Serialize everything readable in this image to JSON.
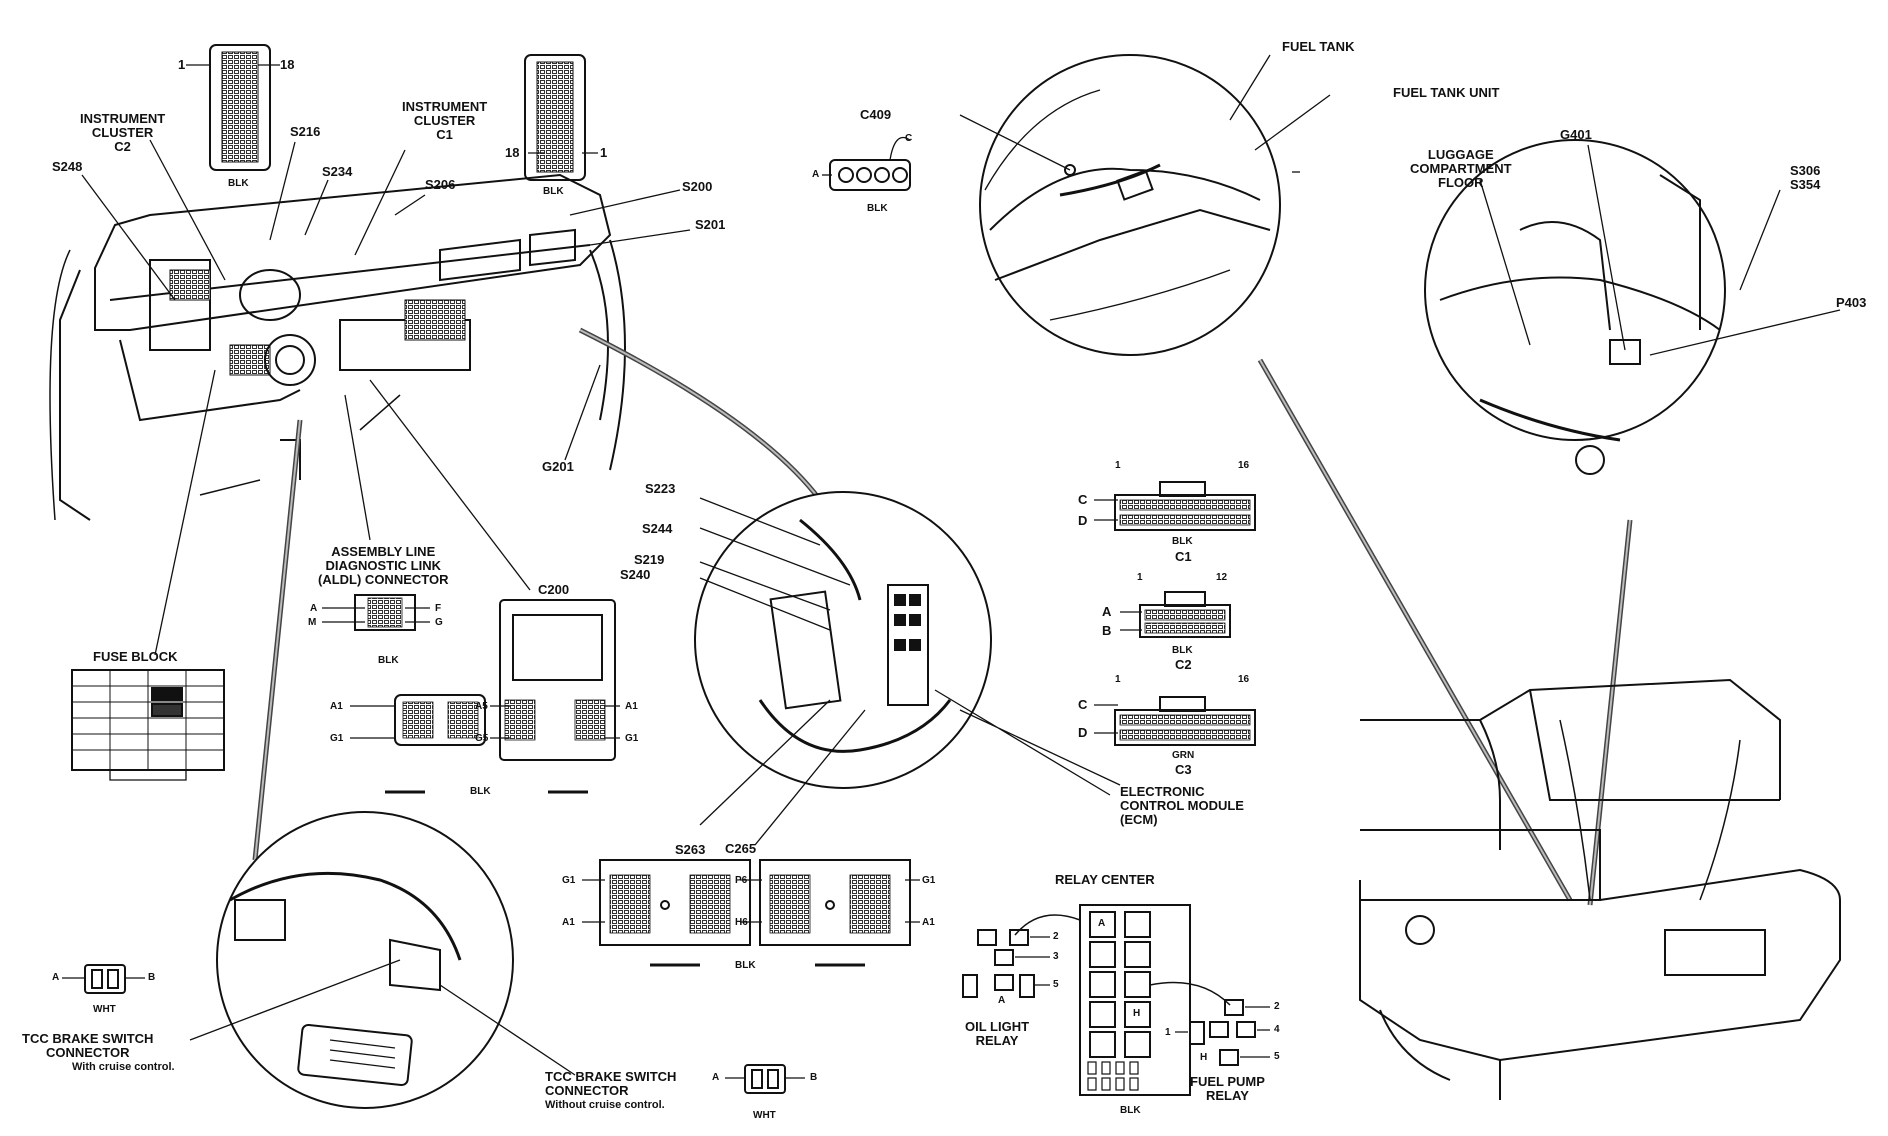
{
  "labels": {
    "instrument_cluster_c2": "INSTRUMENT\nCLUSTER\nC2",
    "instrument_cluster_c1": "INSTRUMENT\nCLUSTER\nC1",
    "s216": "S216",
    "s234": "S234",
    "s206": "S206",
    "s248": "S248",
    "s200": "S200",
    "s201": "S201",
    "g201": "G201",
    "pin_1_top": "1",
    "pin_18_top": "18",
    "pin_18_b": "18",
    "pin_1_b": "1",
    "blk_1": "BLK",
    "blk_2": "BLK",
    "c409": "C409",
    "blk_c409": "BLK",
    "c409_a": "A",
    "c409_c": "C",
    "fuel_tank": "FUEL TANK",
    "fuel_tank_unit": "FUEL TANK UNIT",
    "luggage_floor": "LUGGAGE\nCOMPARTMENT\nFLOOR",
    "g401": "G401",
    "s306_s354": "S306\nS354",
    "p403": "P403",
    "s223": "S223",
    "s244": "S244",
    "s219": "S219",
    "s240": "S240",
    "s263": "S263",
    "c1": "C1",
    "c2": "C2",
    "c3": "C3",
    "blk_c1": "BLK",
    "blk_c2": "BLK",
    "grn_c3": "GRN",
    "c1_pin1": "1",
    "c1_pin16": "16",
    "c1_c": "C",
    "c1_d": "D",
    "c2_pin1": "1",
    "c2_pin12": "12",
    "c2_a": "A",
    "c2_b": "B",
    "c3_pin1": "1",
    "c3_pin16": "16",
    "c3_c": "C",
    "c3_d": "D",
    "ecm": "ELECTRONIC\nCONTROL MODULE\n(ECM)",
    "aldl": "ASSEMBLY LINE\nDIAGNOSTIC LINK\n(ALDL) CONNECTOR",
    "aldl_a": "A",
    "aldl_m": "M",
    "aldl_f": "F",
    "aldl_g": "G",
    "blk_aldl": "BLK",
    "c200": "C200",
    "c200_a1": "A1",
    "c200_g1": "G1",
    "c200_a5": "A5",
    "c200_g5": "G5",
    "c200_a1r": "A1",
    "c200_g1r": "G1",
    "blk_c200": "BLK",
    "fuse_block": "FUSE BLOCK",
    "c265": "C265",
    "c265_g1": "G1",
    "c265_a1": "A1",
    "c265_p6": "P6",
    "c265_h6": "H6",
    "c265_g1r": "G1",
    "c265_a1r": "A1",
    "blk_c265": "BLK",
    "relay_center": "RELAY CENTER",
    "rc_a": "A",
    "rc_h": "H",
    "blk_rc": "BLK",
    "oil_relay": "OIL LIGHT\nRELAY",
    "oil_2": "2",
    "oil_3": "3",
    "oil_5": "5",
    "oil_a": "A",
    "fp_relay": "FUEL PUMP\nRELAY",
    "fp_2": "2",
    "fp_4": "4",
    "fp_5": "5",
    "fp_1": "1",
    "fp_h": "H",
    "tcc_left_a": "A",
    "tcc_left_b": "B",
    "wht_left": "WHT",
    "tcc_cruise": "TCC BRAKE SWITCH\nCONNECTOR",
    "tcc_cruise_note": "With cruise control.",
    "tcc_nocruise": "TCC BRAKE SWITCH\nCONNECTOR",
    "tcc_nocruise_note": "Without cruise control.",
    "tcc_right_a": "A",
    "tcc_right_b": "B",
    "wht_right": "WHT"
  }
}
